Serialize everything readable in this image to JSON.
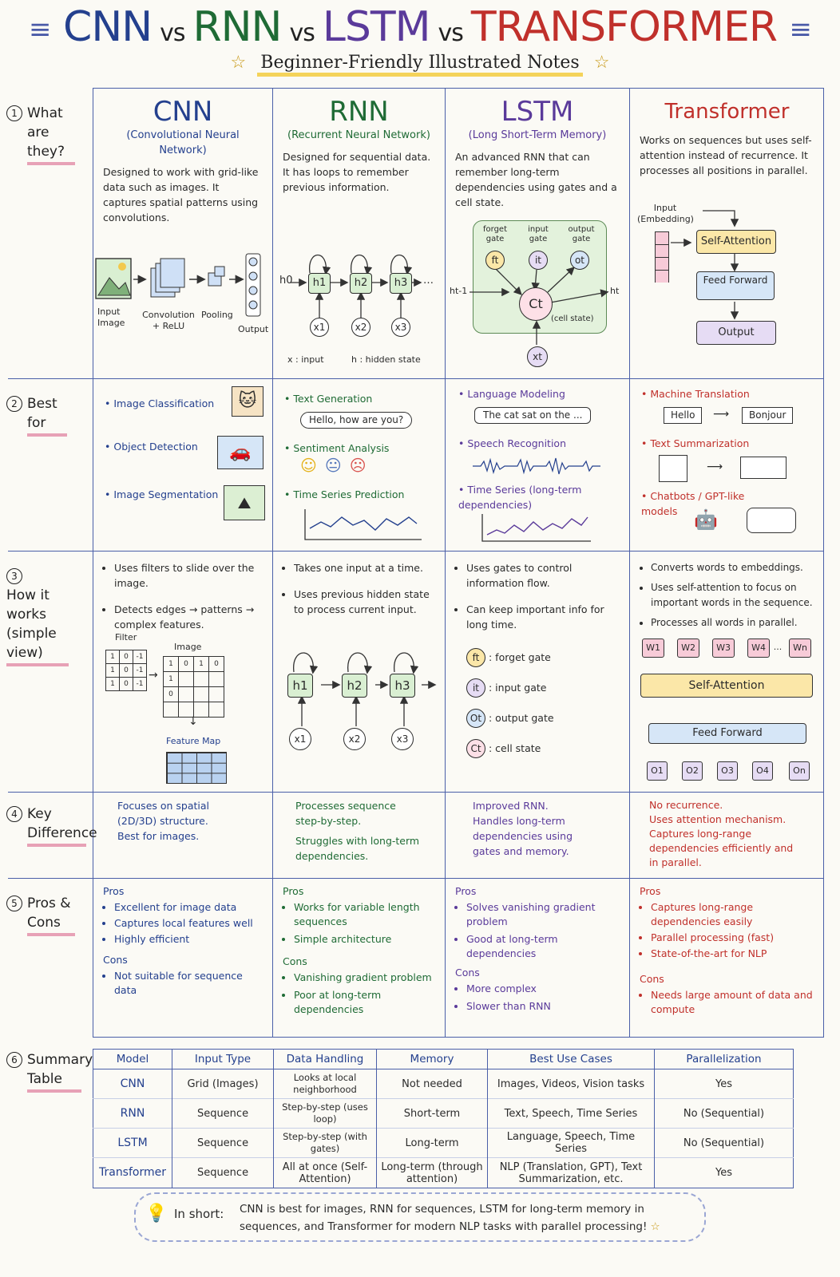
{
  "title": {
    "cnn": "CNN",
    "vs": "vs",
    "rnn": "RNN",
    "lstm": "LSTM",
    "transformer": "TRANSFORMER"
  },
  "subtitle": "Beginner-Friendly Illustrated Notes",
  "rows": [
    {
      "num": "1",
      "label": "What are they?"
    },
    {
      "num": "2",
      "label": "Best for"
    },
    {
      "num": "3",
      "label": "How it works (simple view)"
    },
    {
      "num": "4",
      "label": "Key Difference"
    },
    {
      "num": "5",
      "label": "Pros & Cons"
    },
    {
      "num": "6",
      "label": "Summary Table"
    }
  ],
  "cnn": {
    "name": "CNN",
    "full": "(Convolutional Neural Network)",
    "desc": "Designed to work with grid-like data such as images. It captures spatial patterns using convolutions.",
    "diagram": {
      "input": "Input Image",
      "conv": "Convolution + ReLU",
      "pool": "Pooling",
      "output": "Output"
    },
    "best": [
      "Image Classification",
      "Object Detection",
      "Image Segmentation"
    ],
    "how": [
      "Uses filters to slide over the image.",
      "Detects edges → patterns → complex features."
    ],
    "how_labels": {
      "filter": "Filter",
      "image": "Image",
      "feature_map": "Feature Map"
    },
    "filter": [
      [
        "1",
        "0",
        "-1"
      ],
      [
        "1",
        "0",
        "-1"
      ],
      [
        "1",
        "0",
        "-1"
      ]
    ],
    "image_grid": [
      [
        "1",
        "0",
        "1",
        "0"
      ],
      [
        "1",
        "",
        "",
        ""
      ],
      [
        "0",
        "",
        "",
        ""
      ],
      [
        "",
        "",
        "",
        ""
      ]
    ],
    "key": [
      "Focuses on spatial (2D/3D) structure.",
      "Best for images."
    ],
    "pros": [
      "Excellent for image data",
      "Captures local features well",
      "Highly efficient"
    ],
    "cons": [
      "Not suitable for sequence data"
    ]
  },
  "rnn": {
    "name": "RNN",
    "full": "(Recurrent Neural Network)",
    "desc": "Designed for sequential data. It has loops to remember previous information.",
    "diagram": {
      "h0": "h0",
      "h": [
        "h1",
        "h2",
        "h3"
      ],
      "x": [
        "x1",
        "x2",
        "x3"
      ],
      "legend_x": "x : input",
      "legend_h": "h : hidden state"
    },
    "best": [
      "Text Generation",
      "Sentiment Analysis",
      "Time Series Prediction"
    ],
    "bubble": "Hello, how are you?",
    "how": [
      "Takes one input at a time.",
      "Uses previous hidden state to process current input."
    ],
    "key": [
      "Processes sequence step-by-step.",
      "Struggles with long-term dependencies."
    ],
    "pros": [
      "Works for variable length sequences",
      "Simple architecture"
    ],
    "cons": [
      "Vanishing gradient problem",
      "Poor at long-term dependencies"
    ]
  },
  "lstm": {
    "name": "LSTM",
    "full": "(Long Short-Term Memory)",
    "desc": "An advanced RNN that can remember long-term dependencies using gates and a cell state.",
    "diagram": {
      "forget": "forget gate",
      "input": "input gate",
      "output": "output gate",
      "ft": "ft",
      "it": "it",
      "ot": "ot",
      "ct": "Ct",
      "cell": "(cell state)",
      "hprev": "ht-1",
      "hnext": "ht",
      "xt": "xt"
    },
    "best": [
      "Language Modeling",
      "Speech Recognition",
      "Time Series (long-term dependencies)"
    ],
    "bubble": "The cat sat on the ...",
    "how": [
      "Uses gates to control information flow.",
      "Can keep important info for long time."
    ],
    "gates": [
      {
        "sym": "ft",
        "label": ": forget gate"
      },
      {
        "sym": "it",
        "label": ": input gate"
      },
      {
        "sym": "Ot",
        "label": ": output gate"
      },
      {
        "sym": "Ct",
        "label": ": cell state"
      }
    ],
    "key": [
      "Improved RNN.",
      "Handles long-term dependencies using gates and memory."
    ],
    "pros": [
      "Solves vanishing gradient problem",
      "Good at long-term dependencies"
    ],
    "cons": [
      "More complex",
      "Slower than RNN"
    ]
  },
  "transformer": {
    "name": "Transformer",
    "desc": "Works on sequences but uses self-attention instead of recurrence. It processes all positions in parallel.",
    "diagram": {
      "input": "Input (Embedding)",
      "attn": "Self-Attention",
      "ff": "Feed Forward",
      "out": "Output"
    },
    "best": [
      "Machine Translation",
      "Text Summarization",
      "Chatbots / GPT-like models"
    ],
    "translate": {
      "from": "Hello",
      "to": "Bonjour"
    },
    "how": [
      "Converts words to embeddings.",
      "Uses self-attention to focus on important words in the sequence.",
      "Processes all words in parallel."
    ],
    "words": [
      "W1",
      "W2",
      "W3",
      "W4",
      "...",
      "Wn"
    ],
    "outs": [
      "O1",
      "O2",
      "O3",
      "O4",
      "On"
    ],
    "attn": "Self-Attention",
    "ff": "Feed Forward",
    "key": [
      "No recurrence.",
      "Uses attention mechanism.",
      "Captures long-range dependencies efficiently and in parallel."
    ],
    "pros": [
      "Captures long-range dependencies easily",
      "Parallel processing (fast)",
      "State-of-the-art for NLP"
    ],
    "cons": [
      "Needs large amount of data and compute"
    ]
  },
  "labels": {
    "pros": "Pros",
    "cons": "Cons"
  },
  "table": {
    "headers": [
      "Model",
      "Input Type",
      "Data Handling",
      "Memory",
      "Best Use Cases",
      "Parallelization"
    ],
    "rows": [
      [
        "CNN",
        "Grid (Images)",
        "Looks at local neighborhood",
        "Not needed",
        "Images, Videos, Vision tasks",
        "Yes"
      ],
      [
        "RNN",
        "Sequence",
        "Step-by-step (uses loop)",
        "Short-term",
        "Text, Speech, Time Series",
        "No (Sequential)"
      ],
      [
        "LSTM",
        "Sequence",
        "Step-by-step (with gates)",
        "Long-term",
        "Language, Speech, Time Series",
        "No (Sequential)"
      ],
      [
        "Transformer",
        "Sequence",
        "All at once (Self-Attention)",
        "Long-term (through attention)",
        "NLP (Translation, GPT), Text Summarization, etc.",
        "Yes"
      ]
    ]
  },
  "footer": {
    "lead": "In short:",
    "text": "CNN is best for images, RNN for sequences, LSTM for long-term memory in sequences, and Transformer for modern NLP tasks with parallel processing!"
  },
  "colors": {
    "cnn": "#24408e",
    "rnn": "#1f6b35",
    "lstm": "#5a3a9a",
    "transformer": "#c0302b",
    "grid": "#4a5fa8"
  }
}
